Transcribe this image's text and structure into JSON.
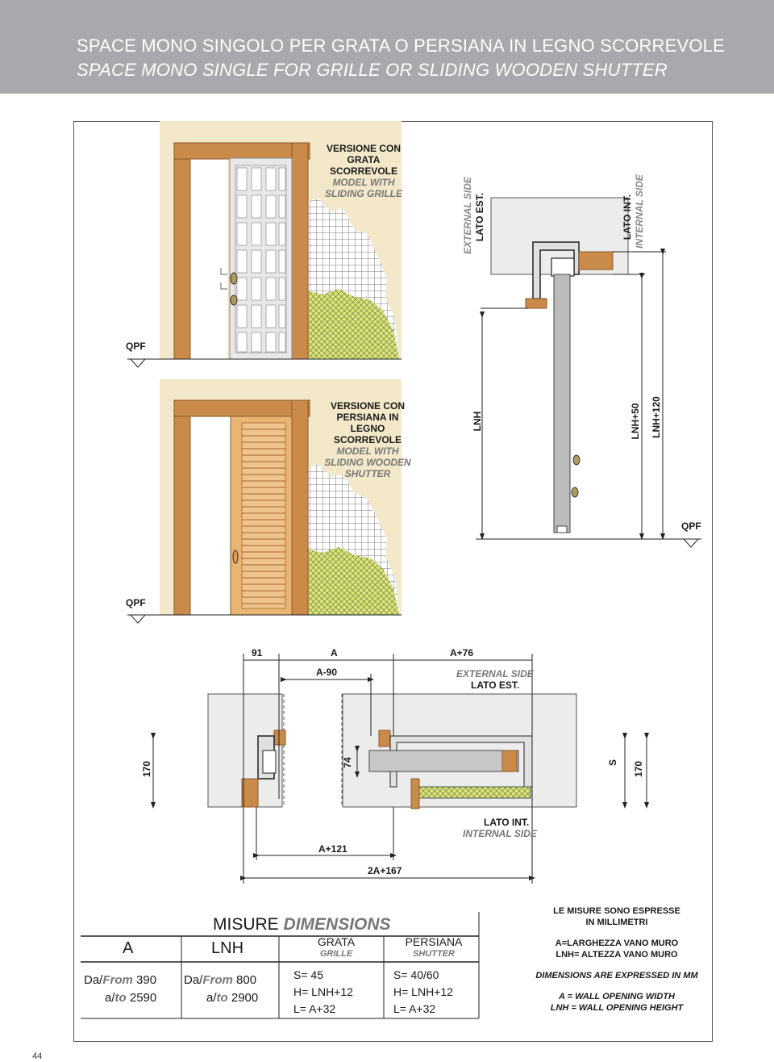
{
  "header": {
    "title_it": "SPACE MONO SINGOLO PER GRATA O PERSIANA IN LEGNO SCORREVOLE",
    "title_en": "SPACE MONO SINGLE FOR GRILLE OR SLIDING WOODEN SHUTTER"
  },
  "grille_model": {
    "line1": "VERSIONE CON",
    "line2": "GRATA",
    "line3": "SCORREVOLE",
    "en1": "MODEL WITH",
    "en2": "SLIDING GRILLE"
  },
  "shutter_model": {
    "line1": "VERSIONE CON",
    "line2": "PERSIANA IN",
    "line3": "LEGNO",
    "line4": "SCORREVOLE",
    "en1": "MODEL WITH",
    "en2": "SLIDING WOODEN",
    "en3": "SHUTTER"
  },
  "section": {
    "external_side_en": "EXTERNAL SIDE",
    "lato_est": "LATO EST.",
    "lato_int": "LATO INT.",
    "internal_side_en": "INTERNAL SIDE",
    "dim_lnh": "LNH",
    "dim_lnh50": "LNH+50",
    "dim_lnh120": "LNH+120",
    "qpf": "QPF"
  },
  "plan": {
    "d91": "91",
    "dA": "A",
    "dA76": "A+76",
    "dA90": "A-90",
    "external_side_en": "EXTERNAL SIDE",
    "lato_est": "LATO EST.",
    "d170_left": "170",
    "d74": "74",
    "dS": "S",
    "d170_right": "170",
    "lato_int": "LATO INT.",
    "internal_side_en": "INTERNAL SIDE",
    "dA121": "A+121",
    "d2A167": "2A+167"
  },
  "table": {
    "misure": "MISURE",
    "dimensions": "DIMENSIONS",
    "col_a": "A",
    "col_lnh": "LNH",
    "col_grata": "GRATA",
    "col_grille": "GRILLE",
    "col_persiana": "PERSIANA",
    "col_shutter": "SHUTTER",
    "a_from_label": "Da/",
    "a_from_en": "From",
    "a_from_val": "390",
    "a_to_label": "a/",
    "a_to_en": "to",
    "a_to_val": "2590",
    "lnh_from_label": "Da/",
    "lnh_from_en": "From",
    "lnh_from_val": "800",
    "lnh_to_label": "a/",
    "lnh_to_en": "to",
    "lnh_to_val": "2900",
    "grata_s": "S= 45",
    "grata_h": "H= LNH+12",
    "grata_l": "L= A+32",
    "persiana_s": "S= 40/60",
    "persiana_h": "H= LNH+12",
    "persiana_l": "L= A+32"
  },
  "notes": {
    "it1": "LE MISURE SONO ESPRESSE",
    "it2": "IN MILLIMETRI",
    "it3": "A=LARGHEZZA VANO MURO",
    "it4": "LNH= ALTEZZA VANO MURO",
    "en1": "DIMENSIONS ARE EXPRESSED IN MM",
    "en2": "A = WALL OPENING WIDTH",
    "en3": "LNH = WALL OPENING HEIGHT"
  },
  "page_number": "44",
  "colors": {
    "header_bg": "#a7a9ac",
    "wall": "#f3e8c9",
    "wood": "#c98a4a",
    "mesh": "#cfe06a"
  }
}
